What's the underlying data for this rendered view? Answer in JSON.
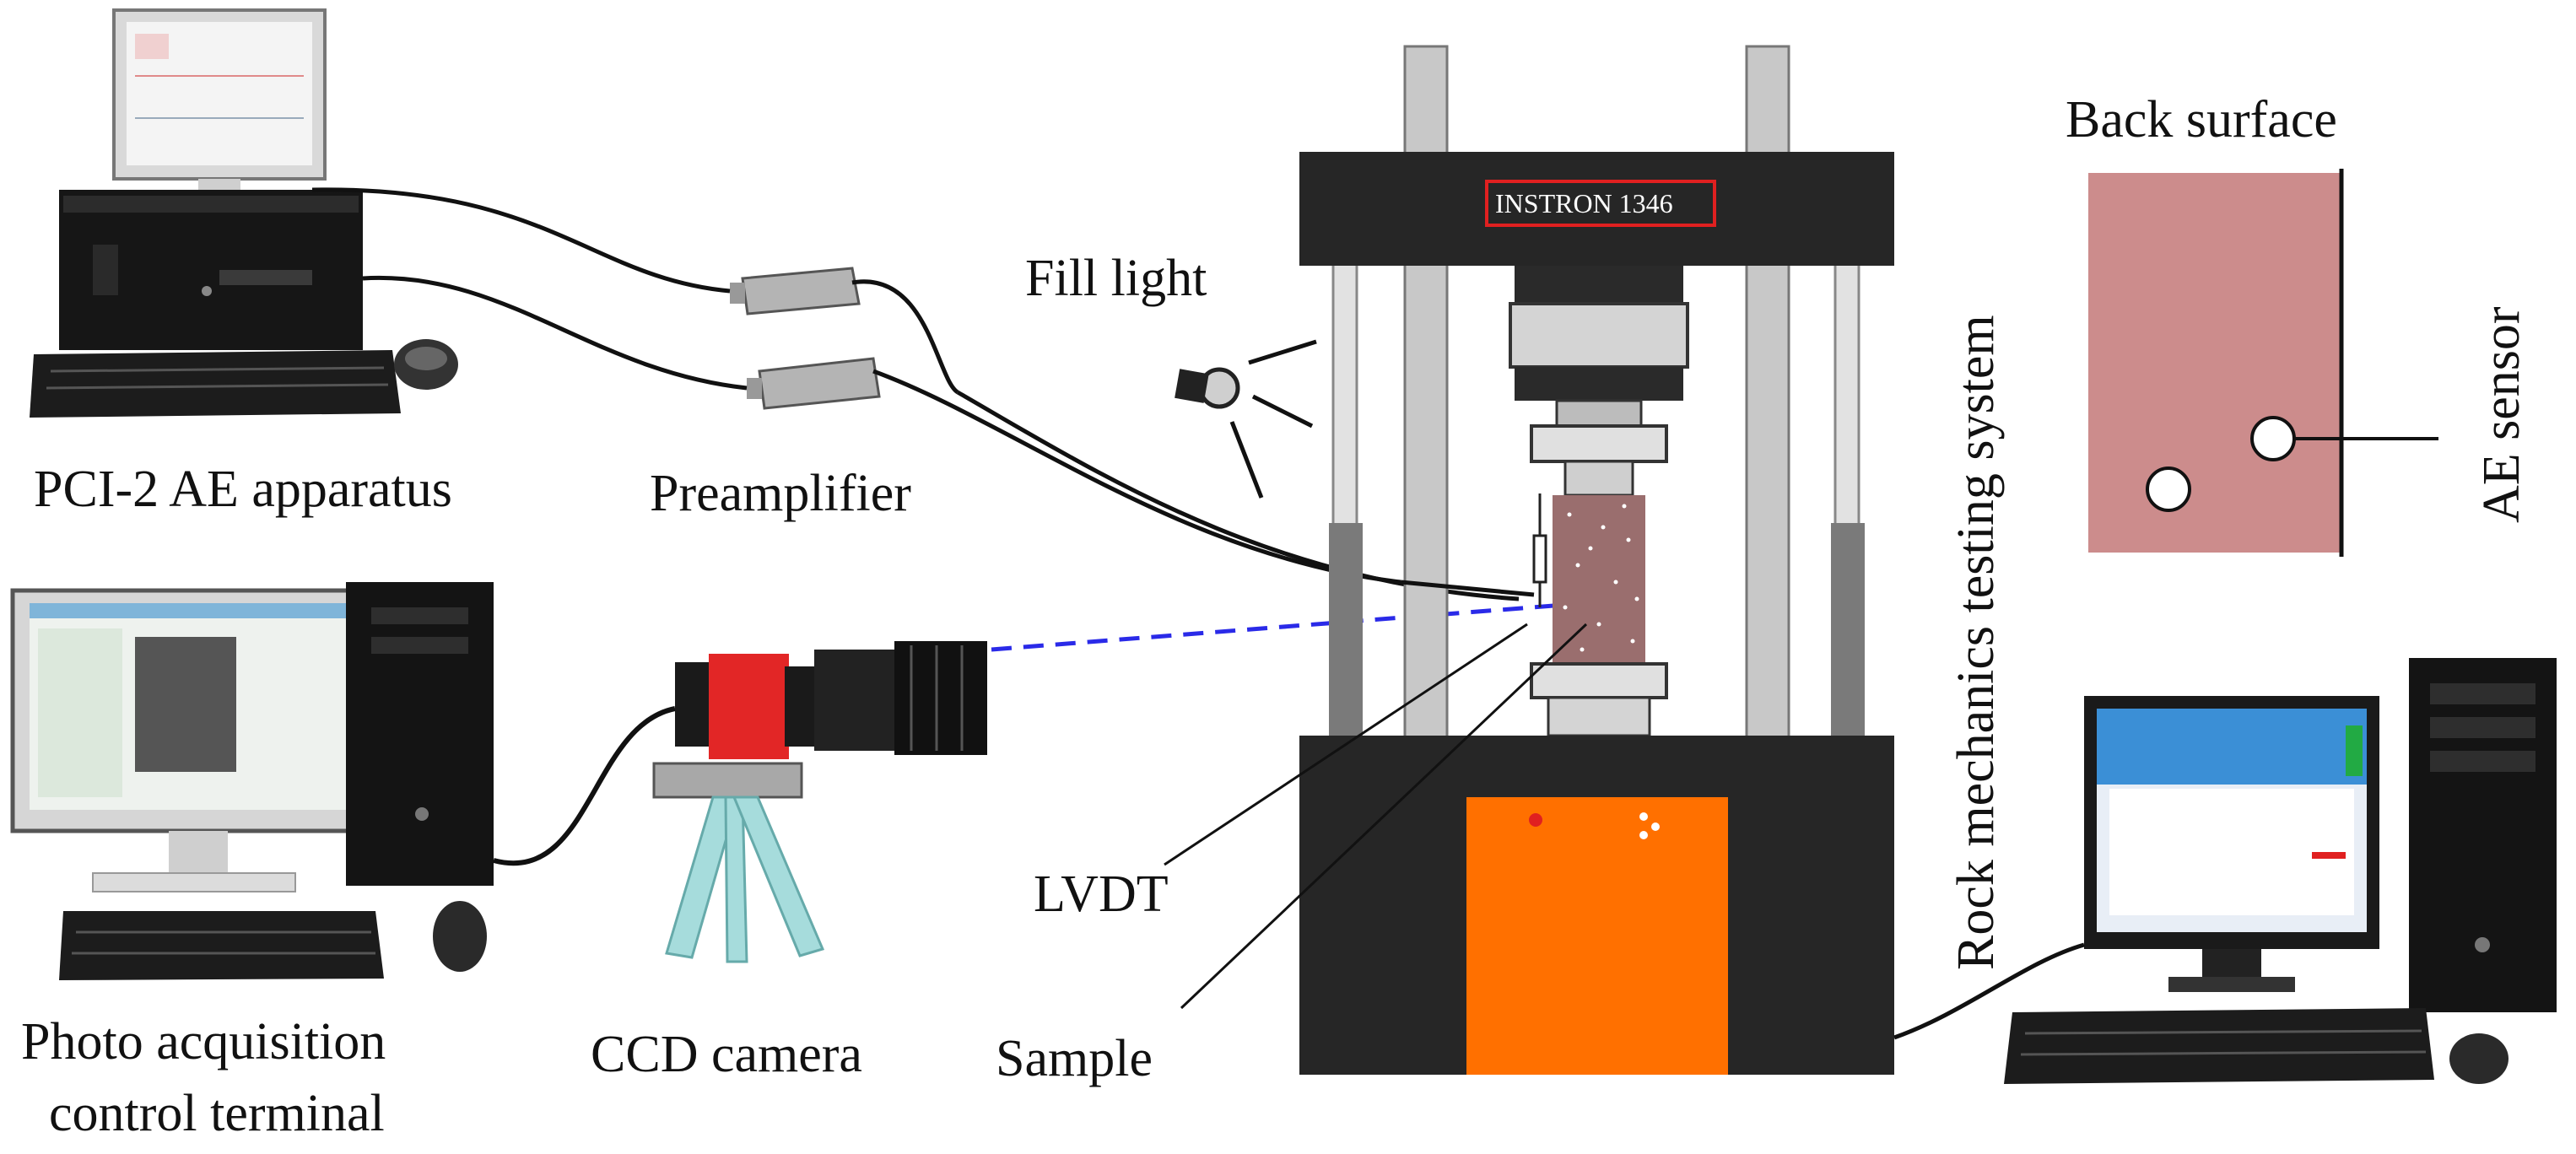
{
  "labels": {
    "pci2": "PCI-2 AE apparatus",
    "preamplifier": "Preamplifier",
    "fill_light": "Fill light",
    "instron": "INSTRON 1346",
    "back_surface": "Back surface",
    "ae_sensor": "AE sensor",
    "rock_system": "Rock mechanics testing system",
    "photo_line1": "Photo acquisition",
    "photo_line2": "control terminal",
    "ccd_camera": "CCD camera",
    "lvdt": "LVDT",
    "sample": "Sample"
  },
  "colors": {
    "frame": "#262626",
    "column": "#c8c8c8",
    "orange_panel": "#ff7000",
    "sample": "#9a6e6e",
    "back_surface": "#cc8c8c",
    "camera_red": "#e22626",
    "laser": "#2a2ae8",
    "tripod": "#9fd8d8"
  },
  "icons": {
    "pc_top_left": "desktop-computer-icon",
    "pc_bottom_left": "desktop-computer-icon",
    "pc_right": "desktop-computer-icon",
    "preamp": "preamplifier-box-icon",
    "lamp": "lamp-icon",
    "camera": "ccd-camera-icon"
  }
}
